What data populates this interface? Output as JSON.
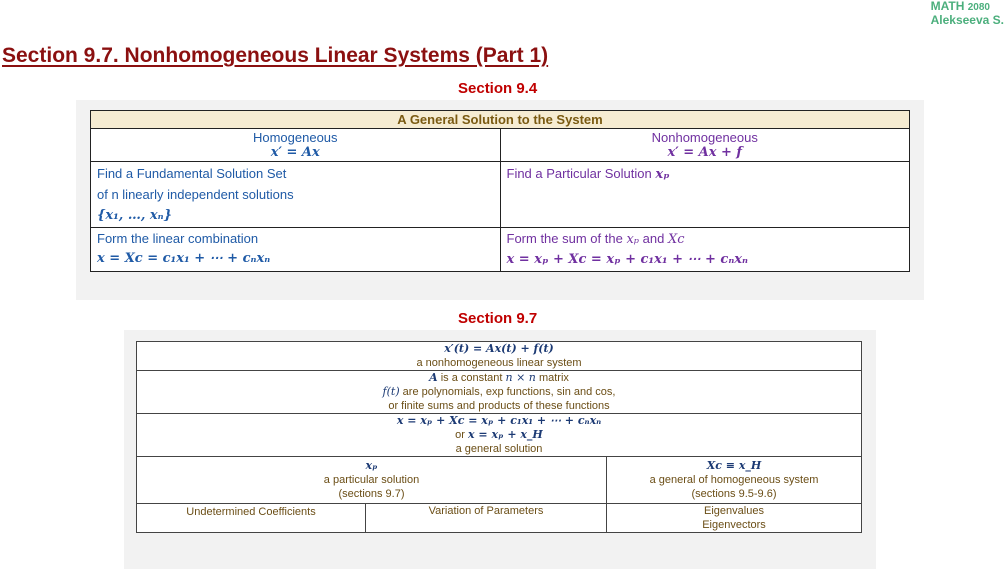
{
  "header": {
    "course": "MATH",
    "course_num": "2080",
    "instructor": "Alekseeva S."
  },
  "page_title": "Section 9.7. Nonhomogeneous Linear Systems (Part 1)",
  "section1": {
    "heading": "Section 9.4",
    "table_title": "A General Solution to the System",
    "homogeneous_label": "Homogeneous",
    "homogeneous_eq": "x′ = Ax",
    "nonhomogeneous_label": "Nonhomogeneous",
    "nonhomogeneous_eq": "x′ = Ax + f",
    "row1_left_line1": "Find a Fundamental Solution Set",
    "row1_left_line2": "of n linearly independent solutions",
    "row1_left_math": "{x₁, …, xₙ}",
    "row1_right_text": "Find a Particular Solution",
    "row1_right_math": "xₚ",
    "row2_left_text": "Form the linear combination",
    "row2_left_math": "x = Xc = c₁x₁ + ⋯ + cₙxₙ",
    "row2_right_text": "Form the sum of the",
    "row2_right_math1": "xₚ",
    "row2_right_and": "and",
    "row2_right_math2": "Xc",
    "row2_right_eq": "x = xₚ + Xc = xₚ + c₁x₁ + ⋯ + cₙxₙ"
  },
  "section2": {
    "heading": "Section 9.7",
    "r1_eq": "x′(t) = Ax(t) + f(t)",
    "r1_text": "a nonhomogeneous linear system",
    "r2_math1": "A",
    "r2_text1": "is a constant",
    "r2_math2": "n × n",
    "r2_text2": "matrix",
    "r2_math3": "f(t)",
    "r2_text3": "are polynomials, exp functions, sin and cos,",
    "r2_text4": "or finite sums and products of these functions",
    "r3_eq1": "x = xₚ + Xc = xₚ + c₁x₁ + ⋯ + cₙxₙ",
    "r3_or": "or",
    "r3_eq2": "x = xₚ + x_H",
    "r3_text": "a general solution",
    "r4_left_math": "xₚ",
    "r4_left_text1": "a particular solution",
    "r4_left_text2": "(sections 9.7)",
    "r4_right_math": "Xc ≡ x_H",
    "r4_right_text1": "a general of homogeneous system",
    "r4_right_text2": "(sections 9.5-9.6)",
    "r5_c1": "Undetermined Coefficients",
    "r5_c2": "Variation of Parameters",
    "r5_c3_line1": "Eigenvalues",
    "r5_c3_line2": "Eigenvectors"
  }
}
